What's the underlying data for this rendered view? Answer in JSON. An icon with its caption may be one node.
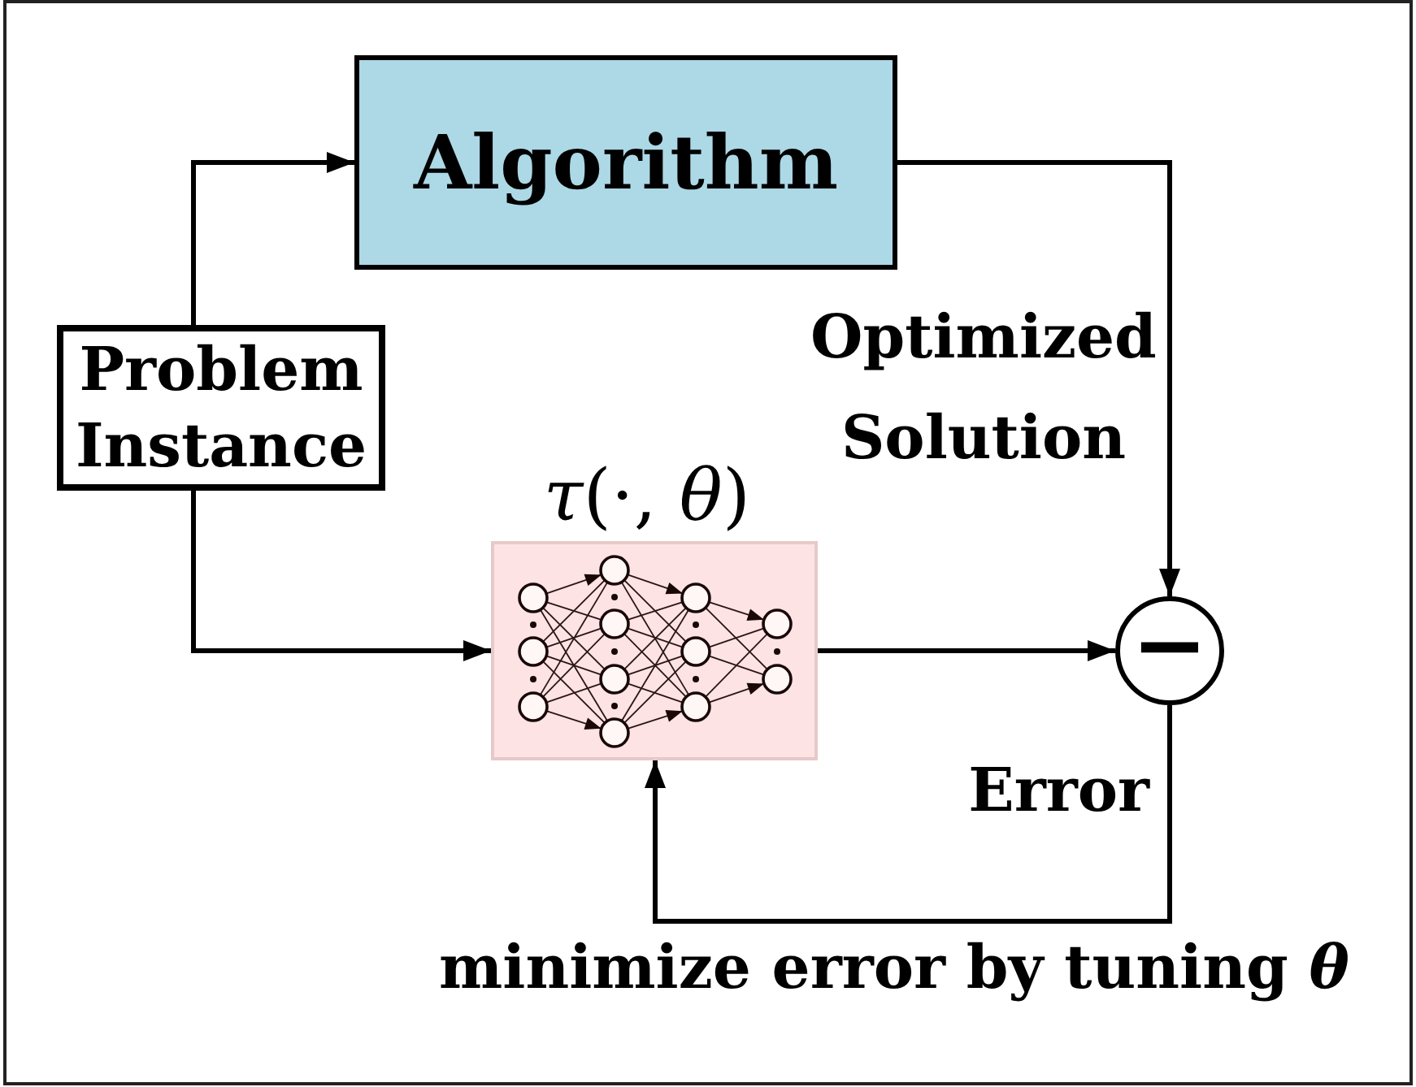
{
  "diagram": {
    "nodes": [
      {
        "text": [
          "Problem Instance"
        ]
      },
      {
        "text": [
          "Algorithm"
        ]
      },
      {
        "text": [],
        "shape": "picture",
        "beside": [
          "*τ*(·, *θ*)"
        ]
      },
      {
        "text": [
          "−"
        ]
      }
    ],
    "edges": [
      {
        "from": 0,
        "to": 1,
        "arrow": "to"
      },
      {
        "from": 0,
        "to": 2,
        "arrow": "to"
      },
      {
        "from": 1,
        "to": 3,
        "arrow": "to",
        "label": "Optimized Solution"
      },
      {
        "from": 2,
        "to": 3,
        "arrow": "to"
      },
      {
        "from": 3,
        "to": 2,
        "arrow": "to",
        "label": "Error"
      }
    ],
    "labels": [
      "minimize error by tuning *θ*"
    ]
  }
}
